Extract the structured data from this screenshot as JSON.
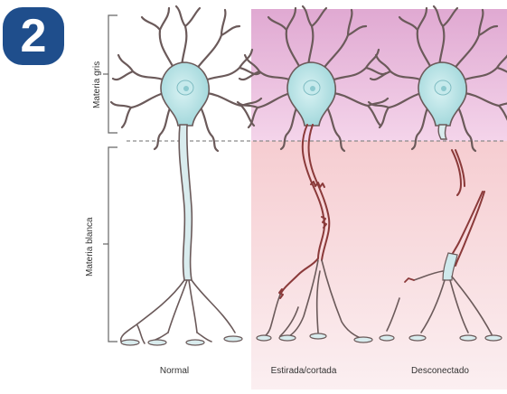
{
  "figure_number": "2",
  "region_labels": {
    "gray_matter": "Materia gris",
    "white_matter": "Materia blanca"
  },
  "panel_captions": {
    "normal": "Normal",
    "stretched": "Estirada/cortada",
    "disconnected": "Desconectado"
  },
  "colors": {
    "badge": "#1f4e8c",
    "soma": "#bfe6e8",
    "neuron_outline": "#6b5a5a",
    "gray_matter_bg": "#e6b3d6",
    "white_matter_bg": "#f7d6d8"
  }
}
